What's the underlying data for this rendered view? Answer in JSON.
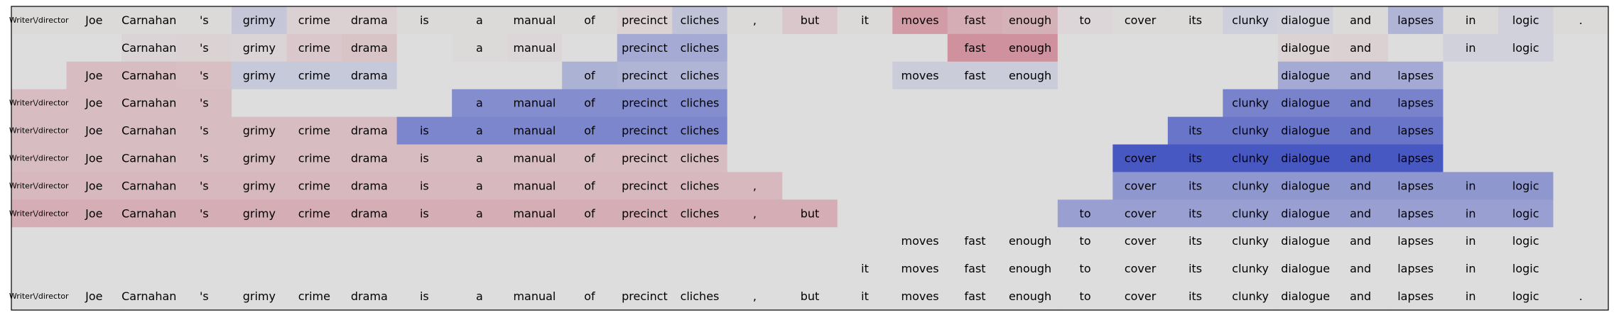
{
  "chart_data": {
    "type": "heatmap",
    "title": "",
    "tokens": [
      "Writer\\/director",
      "Joe",
      "Carnahan",
      "'s",
      "grimy",
      "crime",
      "drama",
      "is",
      "a",
      "manual",
      "of",
      "precinct",
      "cliches",
      ",",
      "but",
      "it",
      "moves",
      "fast",
      "enough",
      "to",
      "cover",
      "its",
      "clunky",
      "dialogue",
      "and",
      "lapses",
      "in",
      "logic",
      "."
    ],
    "value_range": [
      -1,
      1
    ],
    "color_scale": {
      "negative": "#3b4cc0",
      "neutral": "#dddddd",
      "positive": "#b40426"
    },
    "rows": [
      {
        "visible": [
          1,
          1,
          1,
          1,
          1,
          1,
          1,
          1,
          1,
          1,
          1,
          1,
          1,
          1,
          1,
          1,
          1,
          1,
          1,
          1,
          1,
          1,
          1,
          1,
          1,
          1,
          1,
          1,
          1
        ],
        "values": [
          0.02,
          0.02,
          0.02,
          0.02,
          -0.15,
          0.06,
          0.06,
          0.02,
          0.02,
          0.02,
          0.02,
          0.05,
          -0.18,
          0.02,
          0.1,
          0.02,
          0.3,
          0.22,
          0.2,
          0.03,
          0.02,
          0.02,
          -0.1,
          -0.08,
          0.02,
          -0.28,
          0.02,
          -0.08,
          0.02
        ]
      },
      {
        "visible": [
          0,
          0,
          1,
          1,
          1,
          1,
          1,
          0,
          1,
          1,
          0,
          1,
          1,
          0,
          0,
          0,
          0,
          1,
          1,
          0,
          0,
          0,
          0,
          1,
          1,
          0,
          1,
          1,
          0
        ],
        "values": [
          0,
          0,
          0.04,
          0.05,
          0.04,
          0.1,
          0.12,
          0,
          0.02,
          0.03,
          0,
          -0.35,
          -0.35,
          0,
          0,
          0,
          0,
          0.35,
          0.35,
          0,
          0,
          0,
          0,
          0.05,
          0.06,
          0,
          -0.08,
          -0.08,
          0
        ]
      },
      {
        "visible": [
          0,
          1,
          1,
          1,
          1,
          1,
          1,
          0,
          0,
          0,
          1,
          1,
          1,
          0,
          0,
          0,
          1,
          1,
          1,
          0,
          0,
          0,
          0,
          1,
          1,
          1,
          0,
          0,
          0
        ],
        "values": [
          0,
          0.15,
          0.15,
          0.14,
          -0.14,
          -0.14,
          -0.14,
          0,
          0,
          0,
          -0.3,
          -0.28,
          -0.28,
          0,
          0,
          0,
          -0.12,
          -0.12,
          -0.12,
          0,
          0,
          0,
          0,
          -0.35,
          -0.35,
          -0.35,
          0,
          0,
          0
        ]
      },
      {
        "visible": [
          1,
          1,
          1,
          1,
          0,
          0,
          0,
          0,
          1,
          1,
          1,
          1,
          1,
          0,
          0,
          0,
          0,
          0,
          0,
          0,
          0,
          0,
          1,
          1,
          1,
          1,
          0,
          0,
          0
        ],
        "values": [
          0.15,
          0.15,
          0.15,
          0.15,
          0,
          0,
          0,
          0,
          -0.55,
          -0.55,
          -0.55,
          -0.55,
          -0.55,
          0,
          0,
          0,
          0,
          0,
          0,
          0,
          0,
          0,
          -0.62,
          -0.62,
          -0.62,
          -0.62,
          0,
          0,
          0
        ]
      },
      {
        "visible": [
          1,
          1,
          1,
          1,
          1,
          1,
          1,
          1,
          1,
          1,
          1,
          1,
          1,
          0,
          0,
          0,
          0,
          0,
          0,
          0,
          0,
          1,
          1,
          1,
          1,
          1,
          0,
          0,
          0
        ],
        "values": [
          0.15,
          0.15,
          0.15,
          0.15,
          0.15,
          0.15,
          0.15,
          -0.6,
          -0.6,
          -0.6,
          -0.6,
          -0.6,
          -0.6,
          0,
          0,
          0,
          0,
          0,
          0,
          0,
          0,
          -0.72,
          -0.72,
          -0.72,
          -0.72,
          -0.72,
          0,
          0,
          0
        ]
      },
      {
        "visible": [
          1,
          1,
          1,
          1,
          1,
          1,
          1,
          1,
          1,
          1,
          1,
          1,
          1,
          0,
          0,
          0,
          0,
          0,
          0,
          0,
          1,
          1,
          1,
          1,
          1,
          1,
          0,
          0,
          0
        ],
        "values": [
          0.15,
          0.15,
          0.15,
          0.15,
          0.15,
          0.15,
          0.15,
          0.15,
          0.15,
          0.15,
          0.15,
          0.15,
          0.15,
          0,
          0,
          0,
          0,
          0,
          0,
          0,
          -0.92,
          -0.92,
          -0.92,
          -0.92,
          -0.92,
          -0.92,
          0,
          0,
          0
        ]
      },
      {
        "visible": [
          1,
          1,
          1,
          1,
          1,
          1,
          1,
          1,
          1,
          1,
          1,
          1,
          1,
          1,
          0,
          0,
          0,
          0,
          0,
          0,
          1,
          1,
          1,
          1,
          1,
          1,
          1,
          1,
          0
        ],
        "values": [
          0.17,
          0.17,
          0.17,
          0.17,
          0.17,
          0.17,
          0.17,
          0.17,
          0.17,
          0.17,
          0.17,
          0.17,
          0.17,
          0.17,
          0,
          0,
          0,
          0,
          0,
          0,
          -0.48,
          -0.48,
          -0.48,
          -0.48,
          -0.48,
          -0.48,
          -0.48,
          -0.48,
          0
        ]
      },
      {
        "visible": [
          1,
          1,
          1,
          1,
          1,
          1,
          1,
          1,
          1,
          1,
          1,
          1,
          1,
          1,
          1,
          0,
          0,
          0,
          0,
          1,
          1,
          1,
          1,
          1,
          1,
          1,
          1,
          1,
          0
        ],
        "values": [
          0.22,
          0.22,
          0.22,
          0.22,
          0.22,
          0.22,
          0.22,
          0.22,
          0.22,
          0.22,
          0.22,
          0.22,
          0.22,
          0.22,
          0.22,
          0,
          0,
          0,
          0,
          -0.42,
          -0.42,
          -0.42,
          -0.42,
          -0.42,
          -0.42,
          -0.42,
          -0.42,
          -0.42,
          0
        ]
      },
      {
        "visible": [
          0,
          0,
          0,
          0,
          0,
          0,
          0,
          0,
          0,
          0,
          0,
          0,
          0,
          0,
          0,
          0,
          1,
          1,
          1,
          1,
          1,
          1,
          1,
          1,
          1,
          1,
          1,
          1,
          0
        ],
        "values": [
          0,
          0,
          0,
          0,
          0,
          0,
          0,
          0,
          0,
          0,
          0,
          0,
          0,
          0,
          0,
          0,
          0,
          0,
          0,
          0,
          0,
          0,
          0,
          0,
          0,
          0,
          0,
          0,
          0
        ]
      },
      {
        "visible": [
          0,
          0,
          0,
          0,
          0,
          0,
          0,
          0,
          0,
          0,
          0,
          0,
          0,
          0,
          0,
          1,
          1,
          1,
          1,
          1,
          1,
          1,
          1,
          1,
          1,
          1,
          1,
          1,
          0
        ],
        "values": [
          0,
          0,
          0,
          0,
          0,
          0,
          0,
          0,
          0,
          0,
          0,
          0,
          0,
          0,
          0,
          0,
          0,
          0,
          0,
          0,
          0,
          0,
          0,
          0,
          0,
          0,
          0,
          0,
          0
        ]
      },
      {
        "visible": [
          1,
          1,
          1,
          1,
          1,
          1,
          1,
          1,
          1,
          1,
          1,
          1,
          1,
          1,
          1,
          1,
          1,
          1,
          1,
          1,
          1,
          1,
          1,
          1,
          1,
          1,
          1,
          1,
          1
        ],
        "values": [
          0,
          0,
          0,
          0,
          0,
          0,
          0,
          0,
          0,
          0,
          0,
          0,
          0,
          0,
          0,
          0,
          0,
          0,
          0,
          0,
          0,
          0,
          0,
          0,
          0,
          0,
          0,
          0,
          0
        ]
      }
    ]
  }
}
